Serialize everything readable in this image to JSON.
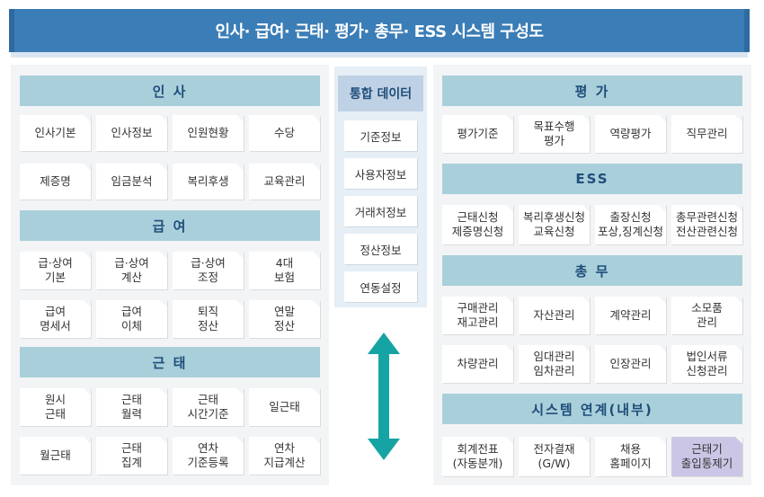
{
  "title": "인사· 급여· 근태· 평가· 총무· ESS 시스템 구성도",
  "left": {
    "insa": {
      "header": "인 사",
      "items": [
        "인사기본",
        "인사정보",
        "인원현황",
        "수당",
        "제증명",
        "임금분석",
        "복리후생",
        "교육관리"
      ]
    },
    "pay": {
      "header": "급 여",
      "items": [
        "급·상여\n기본",
        "급·상여\n계산",
        "급·상여\n조정",
        "4대\n보험",
        "급여\n명세서",
        "급여\n이체",
        "퇴직\n정산",
        "연말\n정산"
      ]
    },
    "attendance": {
      "header": "근 태",
      "items": [
        "원시\n근태",
        "근태\n월력",
        "근태\n시간기준",
        "일근태",
        "월근태",
        "근태\n집계",
        "연차\n기준등록",
        "연차\n지급계산"
      ]
    }
  },
  "center": {
    "header": "통합 데이터",
    "items": [
      "기준정보",
      "사용자정보",
      "거래처정보",
      "정산정보",
      "연동설정"
    ],
    "arrow_color": "#16a3a3"
  },
  "right": {
    "eval": {
      "header": "평 가",
      "items": [
        "평가기준",
        "목표수행\n평가",
        "역량평가",
        "직무관리"
      ]
    },
    "ess": {
      "header": "ESS",
      "items": [
        "근태신청\n제증명신청",
        "복리후생신청\n교육신청",
        "출장신청\n포상,징계신청",
        "총무관련신청\n전산관련신청"
      ]
    },
    "general": {
      "header": "총 무",
      "items": [
        "구매관리\n재고관리",
        "자산관리",
        "계약관리",
        "소모품\n관리",
        "차량관리",
        "임대관리\n임차관리",
        "인장관리",
        "법인서류\n신청관리"
      ]
    },
    "link": {
      "header": "시스템 연계(내부)",
      "items": [
        "회계전표\n(자동분개)",
        "전자결재\n(G/W)",
        "채용\n홈페이지",
        "근태기\n출입통제기"
      ]
    }
  },
  "colors": {
    "banner": "#3b7db6",
    "header": "#a9d0da",
    "highlight": "#cbc6e6"
  }
}
